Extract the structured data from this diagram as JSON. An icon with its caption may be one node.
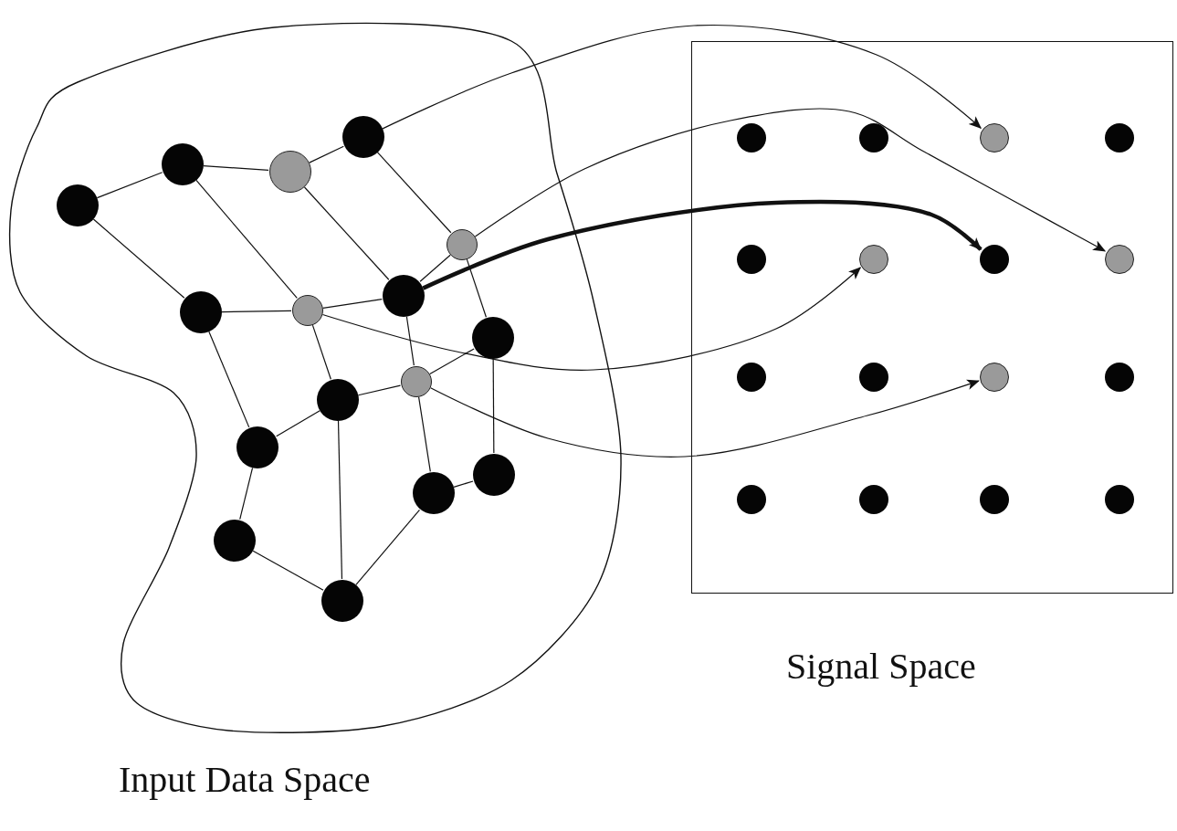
{
  "diagram": {
    "nodes": [
      {
        "text": [
          "Input Data Space"
        ]
      },
      {
        "text": [
          "Signal Space"
        ]
      },
      {
        "text": [],
        "shape": "circle",
        "in": 0
      },
      {
        "text": [],
        "shape": "circle",
        "in": 0
      },
      {
        "text": [],
        "shape": "circle",
        "in": 0
      },
      {
        "text": [],
        "shape": "circle",
        "in": 0
      },
      {
        "text": [],
        "shape": "circle",
        "in": 0
      },
      {
        "text": [],
        "shape": "circle",
        "in": 0
      },
      {
        "text": [],
        "shape": "circle",
        "in": 0
      },
      {
        "text": [],
        "shape": "circle",
        "in": 0
      },
      {
        "text": [],
        "shape": "circle",
        "in": 0
      },
      {
        "text": [],
        "shape": "circle",
        "in": 0
      },
      {
        "text": [],
        "shape": "circle",
        "in": 0
      },
      {
        "text": [],
        "shape": "circle",
        "in": 0
      },
      {
        "text": [],
        "shape": "circle",
        "in": 0
      },
      {
        "text": [],
        "shape": "circle",
        "in": 0
      },
      {
        "text": [],
        "shape": "circle",
        "in": 0
      },
      {
        "text": [],
        "shape": "circle",
        "in": 0
      },
      {
        "text": [],
        "shape": "circle",
        "in": 1
      },
      {
        "text": [],
        "shape": "circle",
        "in": 1
      },
      {
        "text": [],
        "shape": "circle",
        "in": 1
      },
      {
        "text": [],
        "shape": "circle",
        "in": 1
      },
      {
        "text": [],
        "shape": "circle",
        "in": 1
      },
      {
        "text": [],
        "shape": "circle",
        "in": 1
      },
      {
        "text": [],
        "shape": "circle",
        "in": 1
      },
      {
        "text": [],
        "shape": "circle",
        "in": 1
      },
      {
        "text": [],
        "shape": "circle",
        "in": 1
      },
      {
        "text": [],
        "shape": "circle",
        "in": 1
      },
      {
        "text": [],
        "shape": "circle",
        "in": 1
      },
      {
        "text": [],
        "shape": "circle",
        "in": 1
      },
      {
        "text": [],
        "shape": "circle",
        "in": 1
      },
      {
        "text": [],
        "shape": "circle",
        "in": 1
      },
      {
        "text": [],
        "shape": "circle",
        "in": 1
      },
      {
        "text": [],
        "shape": "circle",
        "in": 1
      }
    ],
    "edges": [
      {
        "from": 2,
        "to": 3,
        "arrow": "none"
      },
      {
        "from": 2,
        "to": 6,
        "arrow": "none"
      },
      {
        "from": 3,
        "to": 4,
        "arrow": "none"
      },
      {
        "from": 3,
        "to": 7,
        "arrow": "none"
      },
      {
        "from": 4,
        "to": 5,
        "arrow": "none"
      },
      {
        "from": 4,
        "to": 9,
        "arrow": "none"
      },
      {
        "from": 5,
        "to": 8,
        "arrow": "none"
      },
      {
        "from": 6,
        "to": 7,
        "arrow": "none"
      },
      {
        "from": 6,
        "to": 13,
        "arrow": "none"
      },
      {
        "from": 7,
        "to": 9,
        "arrow": "none"
      },
      {
        "from": 7,
        "to": 11,
        "arrow": "none"
      },
      {
        "from": 8,
        "to": 9,
        "arrow": "none"
      },
      {
        "from": 8,
        "to": 10,
        "arrow": "none"
      },
      {
        "from": 9,
        "to": 12,
        "arrow": "none"
      },
      {
        "from": 10,
        "to": 15,
        "arrow": "none"
      },
      {
        "from": 11,
        "to": 12,
        "arrow": "none"
      },
      {
        "from": 12,
        "to": 10,
        "arrow": "none"
      },
      {
        "from": 11,
        "to": 13,
        "arrow": "none"
      },
      {
        "from": 11,
        "to": 17,
        "arrow": "none"
      },
      {
        "from": 13,
        "to": 16,
        "arrow": "none"
      },
      {
        "from": 16,
        "to": 17,
        "arrow": "none"
      },
      {
        "from": 17,
        "to": 14,
        "arrow": "none"
      },
      {
        "from": 12,
        "to": 14,
        "arrow": "none"
      },
      {
        "from": 14,
        "to": 15,
        "arrow": "none"
      },
      {
        "from": 5,
        "to": 20,
        "arrow": "to"
      },
      {
        "from": 8,
        "to": 25,
        "arrow": "to"
      },
      {
        "from": 9,
        "to": 24,
        "arrow": "to",
        "style": "thick"
      },
      {
        "from": 7,
        "to": 23,
        "arrow": "to"
      },
      {
        "from": 12,
        "to": 28,
        "arrow": "to"
      }
    ]
  }
}
